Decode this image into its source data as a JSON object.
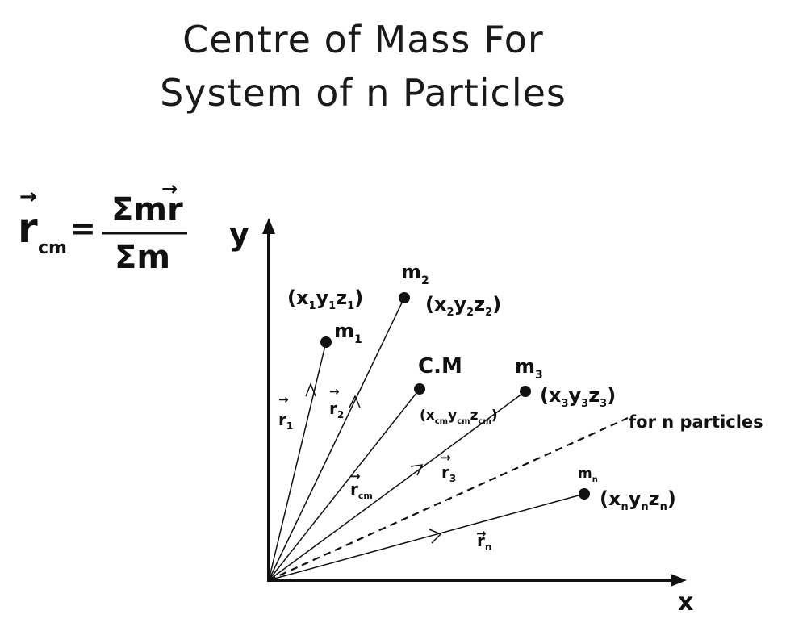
{
  "title_line1": "Centre of Mass For",
  "title_line2": "System of n Particles",
  "formula": {
    "lhs": "r",
    "lhs_sub": "cm",
    "eq": "=",
    "numerator": "Σmr",
    "denominator": "Σm"
  },
  "axes": {
    "x": "x",
    "y": "y"
  },
  "particles": [
    {
      "mass": "m",
      "mass_sub": "1",
      "coords": [
        "x",
        "1",
        "y",
        "1",
        "z",
        "1"
      ],
      "vector": "r",
      "vector_sub": "1"
    },
    {
      "mass": "m",
      "mass_sub": "2",
      "coords": [
        "x",
        "2",
        "y",
        "2",
        "z",
        "2"
      ],
      "vector": "r",
      "vector_sub": "2"
    },
    {
      "mass": "m",
      "mass_sub": "3",
      "coords": [
        "x",
        "3",
        "y",
        "3",
        "z",
        "3"
      ],
      "vector": "r",
      "vector_sub": "3"
    },
    {
      "mass": "m",
      "mass_sub": "n",
      "coords": [
        "x",
        "n",
        "y",
        "n",
        "z",
        "n"
      ],
      "vector": "r",
      "vector_sub": "n"
    }
  ],
  "cm": {
    "label": "C.M",
    "coords": [
      "x",
      "cm",
      "y",
      "cm",
      "z",
      "cm"
    ],
    "vector": "r",
    "vector_sub": "cm"
  },
  "dashed_label": "for n particles"
}
